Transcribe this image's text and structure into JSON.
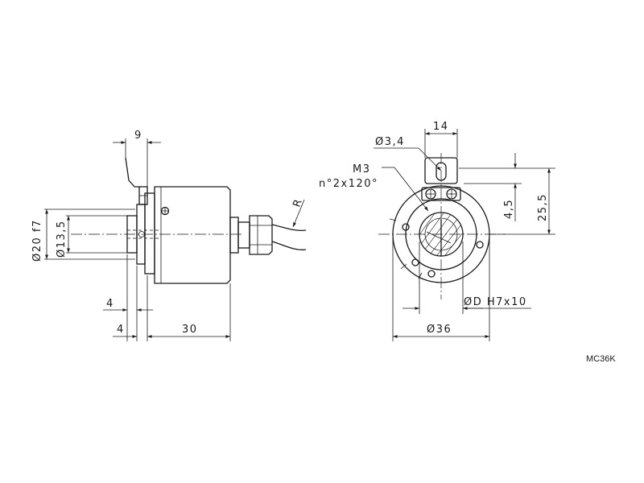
{
  "model_code": "MC36K",
  "side_view": {
    "dim_top": "9",
    "dim_flange_dia": "Ø20 f7",
    "dim_shaft_dia": "Ø13,5",
    "dim_left_upper": "4",
    "dim_left_lower": "4",
    "dim_body_length": "30",
    "cable_label": "R"
  },
  "front_view": {
    "dim_top": "14",
    "dim_hole": "Ø3,4",
    "thread_label": "M3",
    "thread_pattern": "n°2x120°",
    "dim_small_height": "4,5",
    "dim_large_height": "25,5",
    "dim_bore": "ØD H7x10",
    "dim_outer_dia": "Ø36"
  }
}
